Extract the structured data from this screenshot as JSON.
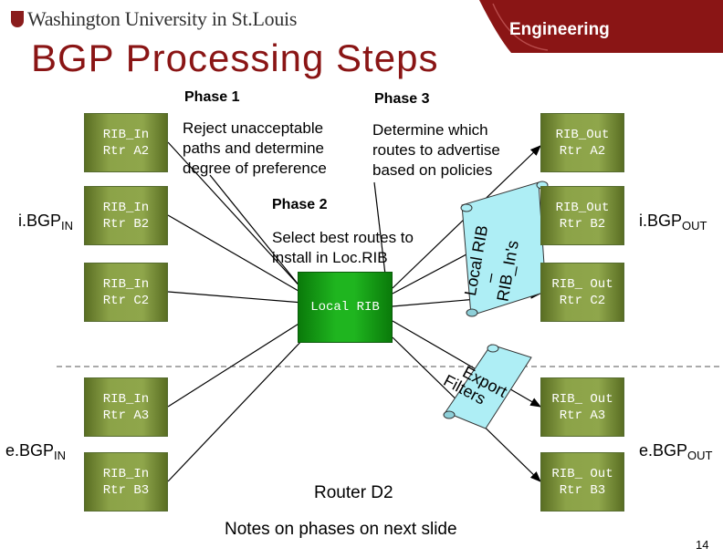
{
  "header": {
    "logo_text": "Washington University in St.Louis",
    "brand_text": "Engineering",
    "brand_color": "#8a1515",
    "band_color": "#8a1515"
  },
  "title": "BGP Processing Steps",
  "phases": {
    "phase1": {
      "label": "Phase 1",
      "desc": [
        "Reject unacceptable",
        "paths and determine",
        "degree of preference"
      ]
    },
    "phase2": {
      "label": "Phase 2",
      "desc": [
        "Select best routes to",
        "install in Loc.RIB"
      ]
    },
    "phase3": {
      "label": "Phase 3",
      "desc": [
        "Determine which",
        "routes to advertise",
        "based on policies"
      ]
    }
  },
  "ribs_in": [
    {
      "label": "RIB_In\nRtr A2"
    },
    {
      "label": "RIB_In\nRtr B2"
    },
    {
      "label": "RIB_In\nRtr C2"
    },
    {
      "label": "RIB_In\nRtr A3"
    },
    {
      "label": "RIB_In\nRtr B3"
    }
  ],
  "ribs_out": [
    {
      "label": "RIB_Out\nRtr A2"
    },
    {
      "label": "RIB_Out\nRtr B2"
    },
    {
      "label": "RIB_ Out\nRtr C2"
    },
    {
      "label": "RIB_ Out\nRtr A3"
    },
    {
      "label": "RIB_ Out\nRtr B3"
    }
  ],
  "local_rib": "Local RIB",
  "scroll_localrib": {
    "line1": "Local RIB",
    "line2": "–",
    "line3": "RIB_In's"
  },
  "scroll_export": {
    "line1": "Export",
    "line2": "Filters"
  },
  "ibgp_in": {
    "main": "i.BGP",
    "sub": "IN"
  },
  "ebgp_in": {
    "main": "e.BGP",
    "sub": "IN"
  },
  "ibgp_out": {
    "main": "i.BGP",
    "sub": "OUT"
  },
  "ebgp_out": {
    "main": "e.BGP",
    "sub": "OUT"
  },
  "router_name": "Router D2",
  "notes": "Notes on phases on next slide",
  "page_number": "14",
  "colors": {
    "rib_box": "#8fa64b",
    "local_rib": "#1fb51f",
    "scroll_fill": "#aeeef5",
    "dashed_line": "#555555"
  }
}
